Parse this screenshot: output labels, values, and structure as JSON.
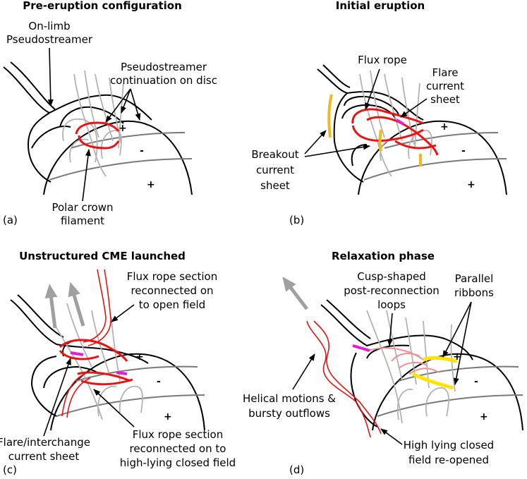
{
  "panels": [
    {
      "title": "Pre-eruption configuration",
      "tag": "(a)",
      "labels": {
        "on_limb_1": "On-limb",
        "on_limb_2": "Pseudostreamer",
        "cont_1": "Pseudostreamer",
        "cont_2": "continuation on disc",
        "pcf_1": "Polar crown",
        "pcf_2": "filament"
      },
      "polarity": [
        "+",
        "-",
        "+"
      ]
    },
    {
      "title": "Initial eruption",
      "tag": "(b)",
      "labels": {
        "rope": "Flux rope",
        "flare_1": "Flare",
        "flare_2": "current",
        "flare_3": "sheet",
        "bk_1": "Breakout",
        "bk_2": "current",
        "bk_3": "sheet"
      },
      "polarity": [
        "+",
        "-",
        "+"
      ]
    },
    {
      "title": "Unstructured CME launched",
      "tag": "(c)",
      "labels": {
        "open_1": "Flux rope section",
        "open_2": "reconnected on",
        "open_3": "to open field",
        "fi_1": "Flare/interchange",
        "fi_2": "current sheet",
        "closed_1": "Flux rope section",
        "closed_2": "reconnected on to",
        "closed_3": "high-lying closed field"
      },
      "polarity": [
        "+",
        "-",
        "+"
      ]
    },
    {
      "title": "Relaxation phase",
      "tag": "(d)",
      "labels": {
        "cusp_1": "Cusp-shaped",
        "cusp_2": "post-reconnection",
        "cusp_3": "loops",
        "rib_1": "Parallel",
        "rib_2": "ribbons",
        "hel_1": "Helical motions &",
        "hel_2": "bursty outflows",
        "hl_1": "High lying closed",
        "hl_2": "field re-opened"
      },
      "polarity": [
        "+",
        "-",
        "+"
      ]
    }
  ],
  "colors": {
    "flux_rope": "#ee1111",
    "current_sheet_interchange": "#e81ad8",
    "breakout_sheet": "#f2b81f",
    "ribbons": "#ffe400",
    "field_lines": "#b3b3b3",
    "outflow_arrows": "#a0a0a0"
  }
}
